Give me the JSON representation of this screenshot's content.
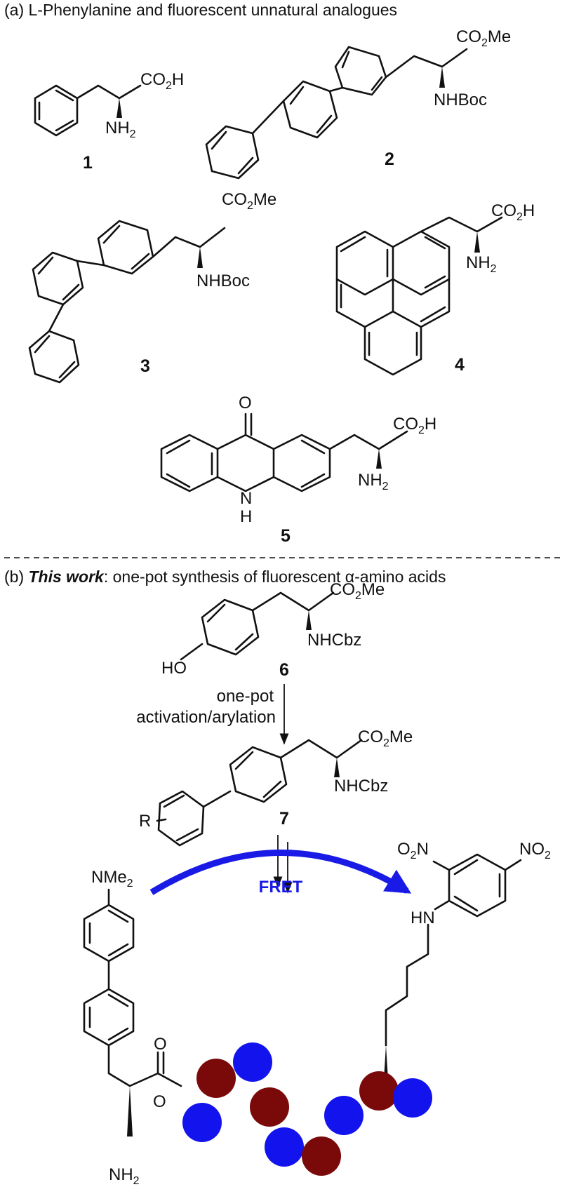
{
  "section_a": {
    "title": "(a) L-Phenylanine and fluorescent unnatural analogues",
    "compounds": {
      "c1": {
        "number": "1",
        "acid": "CO2H",
        "amine": "NH2"
      },
      "c2": {
        "number": "2",
        "ester": "CO2Me",
        "amine": "NHBoc"
      },
      "c3": {
        "number": "3",
        "ester": "CO2Me",
        "amine": "NHBoc"
      },
      "c4": {
        "number": "4",
        "acid": "CO2H",
        "amine": "NH2"
      },
      "c5": {
        "number": "5",
        "acid": "CO2H",
        "amine": "NH2",
        "carbonyl": "O",
        "nh": "N",
        "h": "H"
      }
    }
  },
  "section_b": {
    "title_prefix": "(b) ",
    "title_emph": "This work",
    "title_rest": ": one-pot synthesis of fluorescent α-amino acids",
    "c6": {
      "number": "6",
      "ester": "CO2Me",
      "amine": "NHCbz",
      "oh": "HO"
    },
    "conditions_line1": "one-pot",
    "conditions_line2": "activation/arylation",
    "c7": {
      "number": "7",
      "ester": "CO2Me",
      "amine": "NHCbz",
      "r": "R"
    },
    "donor_group": "NMe2",
    "acceptor_no2_left": "O2N",
    "acceptor_no2_right": "NO2",
    "acceptor_nh": "HN",
    "peptide_o1": "O",
    "peptide_o2": "O",
    "peptide_amine": "NH2",
    "fret_label": "FRET"
  },
  "colors": {
    "fret_arrow": "#1a1ae6",
    "residue_blue": "#1313ee",
    "residue_red": "#7a0a0a"
  }
}
